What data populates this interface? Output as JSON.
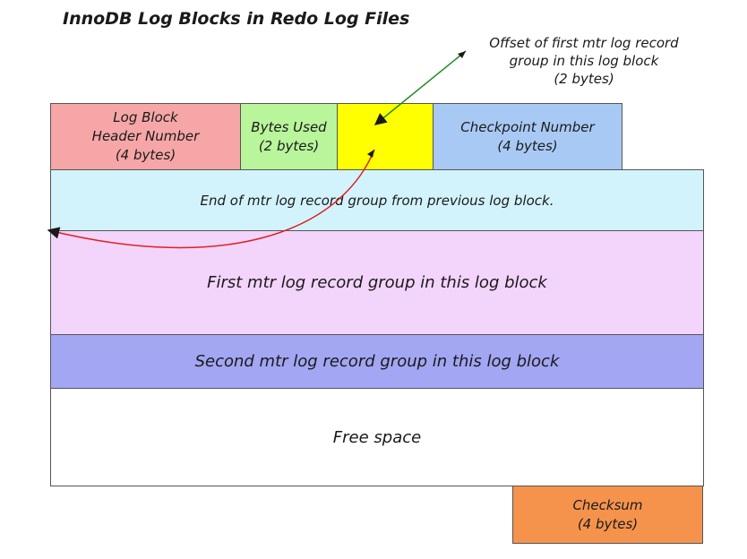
{
  "title": "InnoDB Log Blocks in Redo Log Files",
  "header": {
    "block_number": [
      "Log Block",
      "Header Number",
      "(4 bytes)"
    ],
    "bytes_used": [
      "Bytes Used",
      "(2 bytes)"
    ],
    "first_rec_group": "",
    "checkpoint": [
      "Checkpoint Number",
      "(4 bytes)"
    ]
  },
  "rows": {
    "prev_group": "End of mtr log record group from previous log block.",
    "first_group": "First mtr log record group in this log block",
    "second_group": "Second mtr log record group in this log block",
    "free_space": "Free space"
  },
  "footer": {
    "checksum": [
      "Checksum",
      "(4 bytes)"
    ]
  },
  "annotation": [
    "Offset of first mtr log record",
    "group in this log block",
    "(2 bytes)"
  ],
  "colors": {
    "block_number": "#f6a6a6",
    "bytes_used": "#b8f59b",
    "first_rec_group": "#ffff00",
    "checkpoint": "#a9c9f5",
    "prev_group": "#d2f3fb",
    "first_group": "#f3d4fb",
    "second_group": "#a3a6f3",
    "free_space": "#ffffff",
    "checksum": "#f5934d",
    "arrow_green": "#1f8a1f",
    "arrow_red": "#e02020"
  }
}
